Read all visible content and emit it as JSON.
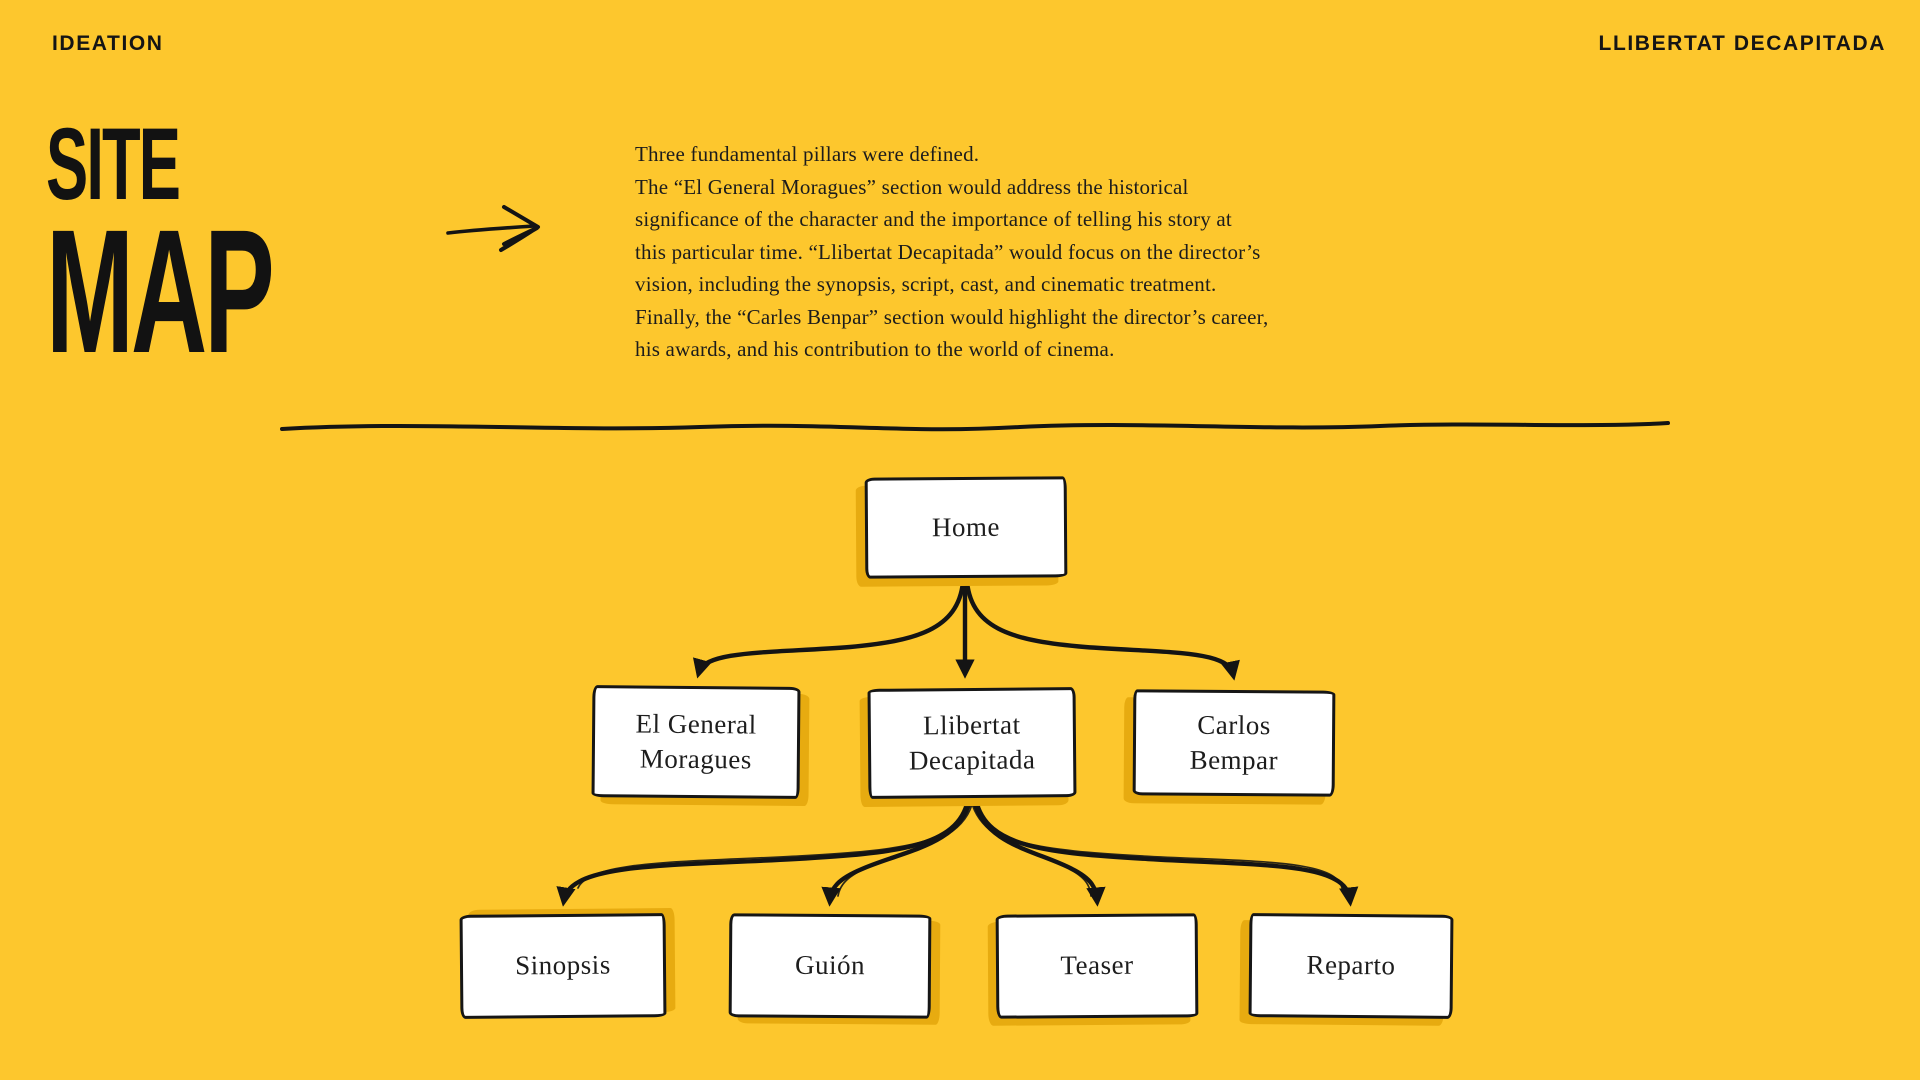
{
  "colors": {
    "background": "#FDC72D",
    "ink": "#151515",
    "box_fill": "#FFFFFF",
    "box_shadow": "#E7AB10"
  },
  "header": {
    "left_label": "IDEATION",
    "right_label": "LLIBERTAT DECAPITADA"
  },
  "title": {
    "line1": "SITE",
    "line2": "MAP"
  },
  "icons": {
    "intro_arrow": "right-arrow-icon"
  },
  "intro": {
    "lines": [
      "Three fundamental pillars were defined.",
      "The “El General Moragues” section would address the historical",
      "significance of the character and the importance of telling his story at",
      "this particular time. “Llibertat Decapitada” would focus on the director’s",
      "vision, including the synopsis, script, cast, and cinematic treatment.",
      "Finally, the “Carles Benpar” section would highlight the director’s career,",
      "his awards, and his contribution to the world of cinema."
    ]
  },
  "sitemap": {
    "nodes": [
      {
        "id": "home",
        "label": "Home"
      },
      {
        "id": "el-general-moragues",
        "label": "El General\nMoragues"
      },
      {
        "id": "llibertat-decapitada",
        "label": "Llibertat\nDecapitada"
      },
      {
        "id": "carlos-bempar",
        "label": "Carlos\nBempar"
      },
      {
        "id": "sinopsis",
        "label": "Sinopsis"
      },
      {
        "id": "guion",
        "label": "Guión"
      },
      {
        "id": "teaser",
        "label": "Teaser"
      },
      {
        "id": "reparto",
        "label": "Reparto"
      }
    ],
    "edges": [
      {
        "from": "home",
        "to": "el-general-moragues"
      },
      {
        "from": "home",
        "to": "llibertat-decapitada"
      },
      {
        "from": "home",
        "to": "carlos-bempar"
      },
      {
        "from": "llibertat-decapitada",
        "to": "sinopsis"
      },
      {
        "from": "llibertat-decapitada",
        "to": "guion"
      },
      {
        "from": "llibertat-decapitada",
        "to": "teaser"
      },
      {
        "from": "llibertat-decapitada",
        "to": "reparto"
      }
    ]
  }
}
